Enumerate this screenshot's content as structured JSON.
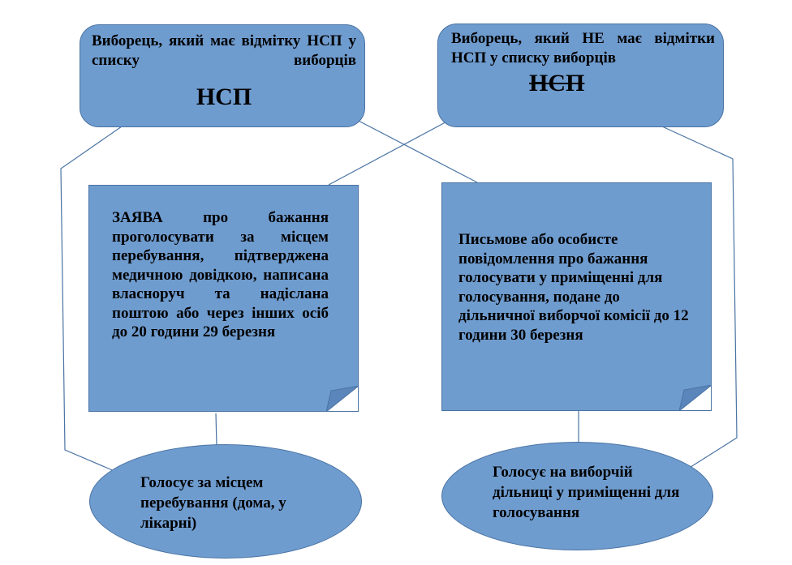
{
  "top_left": {
    "text": "Виборець, який має відмітку НСП у списку виборців",
    "abbr": "НСП"
  },
  "top_right": {
    "text": "Виборець, який НЕ має відмітки НСП у списку виборців",
    "abbr": "НСП"
  },
  "mid_left": {
    "text": "ЗАЯВА про бажання проголосувати за місцем перебування, підтверджена медичною довідкою, написана власноруч та надіслана поштою або через інших осіб до 20 години 29 березня"
  },
  "mid_right": {
    "text": "Письмове або особисте повідомлення про бажання голосувати у приміщенні для голосування, подане до дільничної виборчої комісії до 12 години 30 березня"
  },
  "bottom_left": {
    "text": "Голосує за місцем перебування (дома, у лікарні)"
  },
  "bottom_right": {
    "text": "Голосує на виборчій дільниці у приміщенні для голосування"
  },
  "colors": {
    "fill": "#6f9ccf",
    "border": "#4a73a3",
    "connector": "#4a73a3"
  }
}
